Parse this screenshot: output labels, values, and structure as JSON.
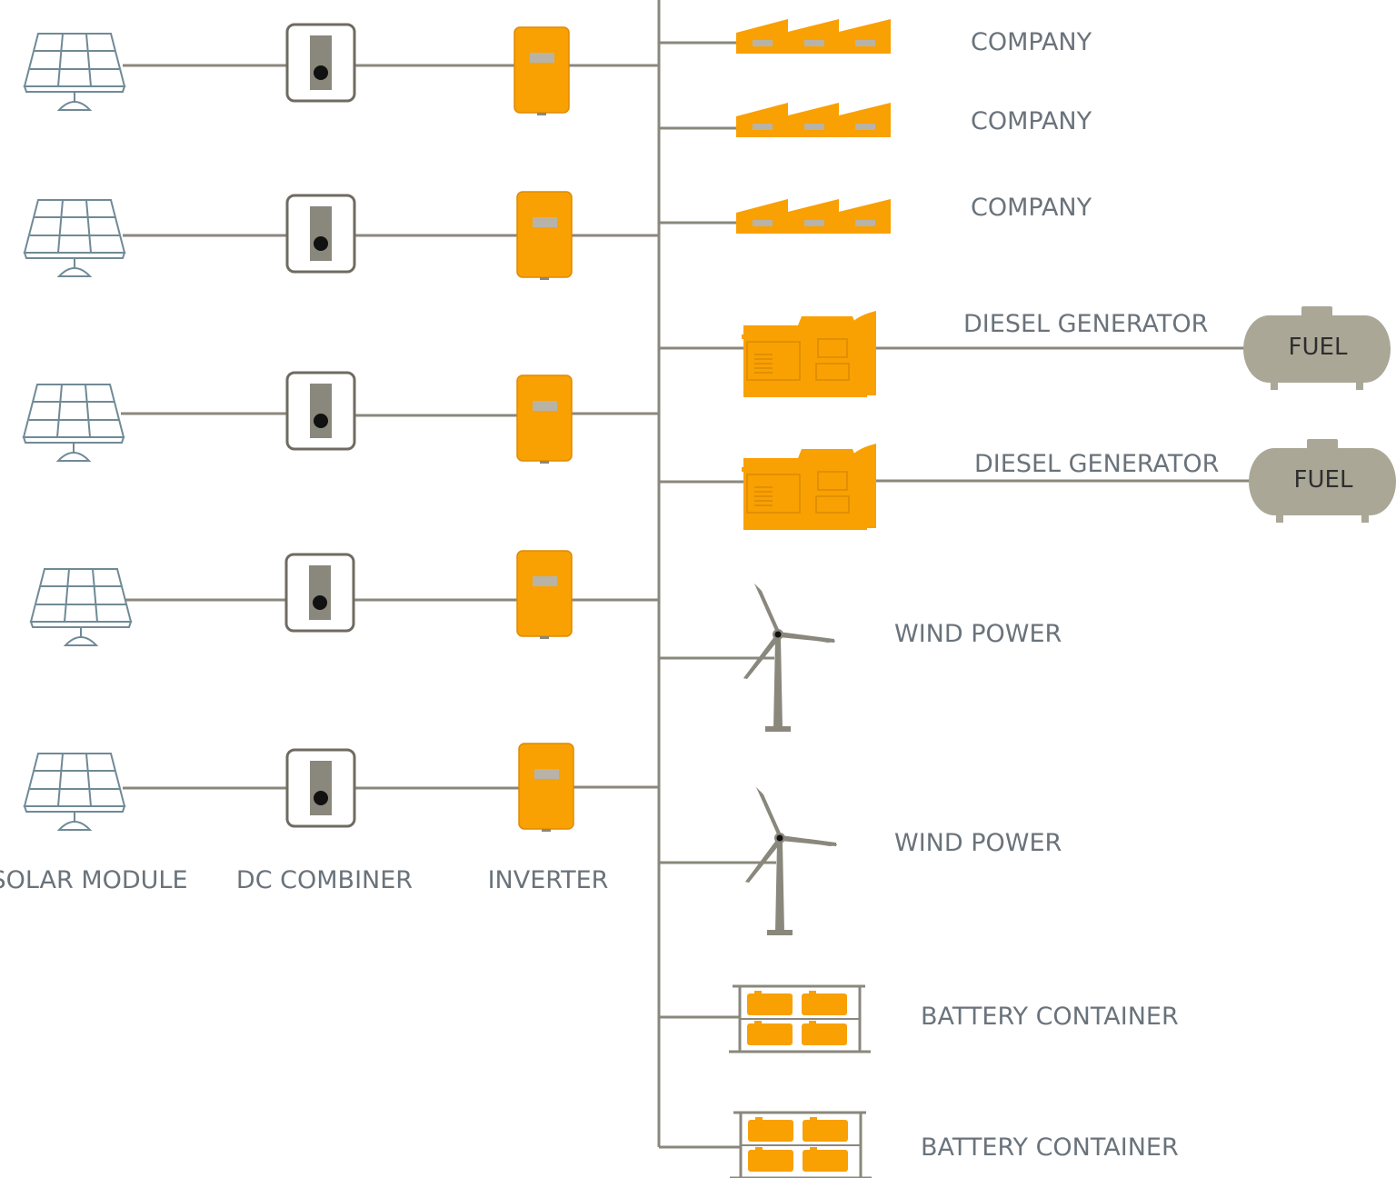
{
  "labels": {
    "solar_module": "SOLAR MODULE",
    "dc_combiner": "DC COMBINER",
    "inverter": "INVERTER"
  },
  "loads": [
    {
      "type": "company",
      "label": "COMPANY"
    },
    {
      "type": "company",
      "label": "COMPANY"
    },
    {
      "type": "company",
      "label": "COMPANY"
    },
    {
      "type": "diesel",
      "label": "DIESEL GENERATOR",
      "fuel_label": "FUEL"
    },
    {
      "type": "diesel",
      "label": "DIESEL GENERATOR",
      "fuel_label": "FUEL"
    },
    {
      "type": "wind",
      "label": "WIND POWER"
    },
    {
      "type": "wind",
      "label": "WIND POWER"
    },
    {
      "type": "battery",
      "label": "BATTERY CONTAINER"
    },
    {
      "type": "battery",
      "label": "BATTERY CONTAINER"
    }
  ],
  "colors": {
    "line": "#8a877c",
    "orange": "#f9a003",
    "outline": "#6f6b62",
    "panel": "#708a96",
    "fuel_tank": "#aaa797",
    "text": "#6a737b"
  }
}
